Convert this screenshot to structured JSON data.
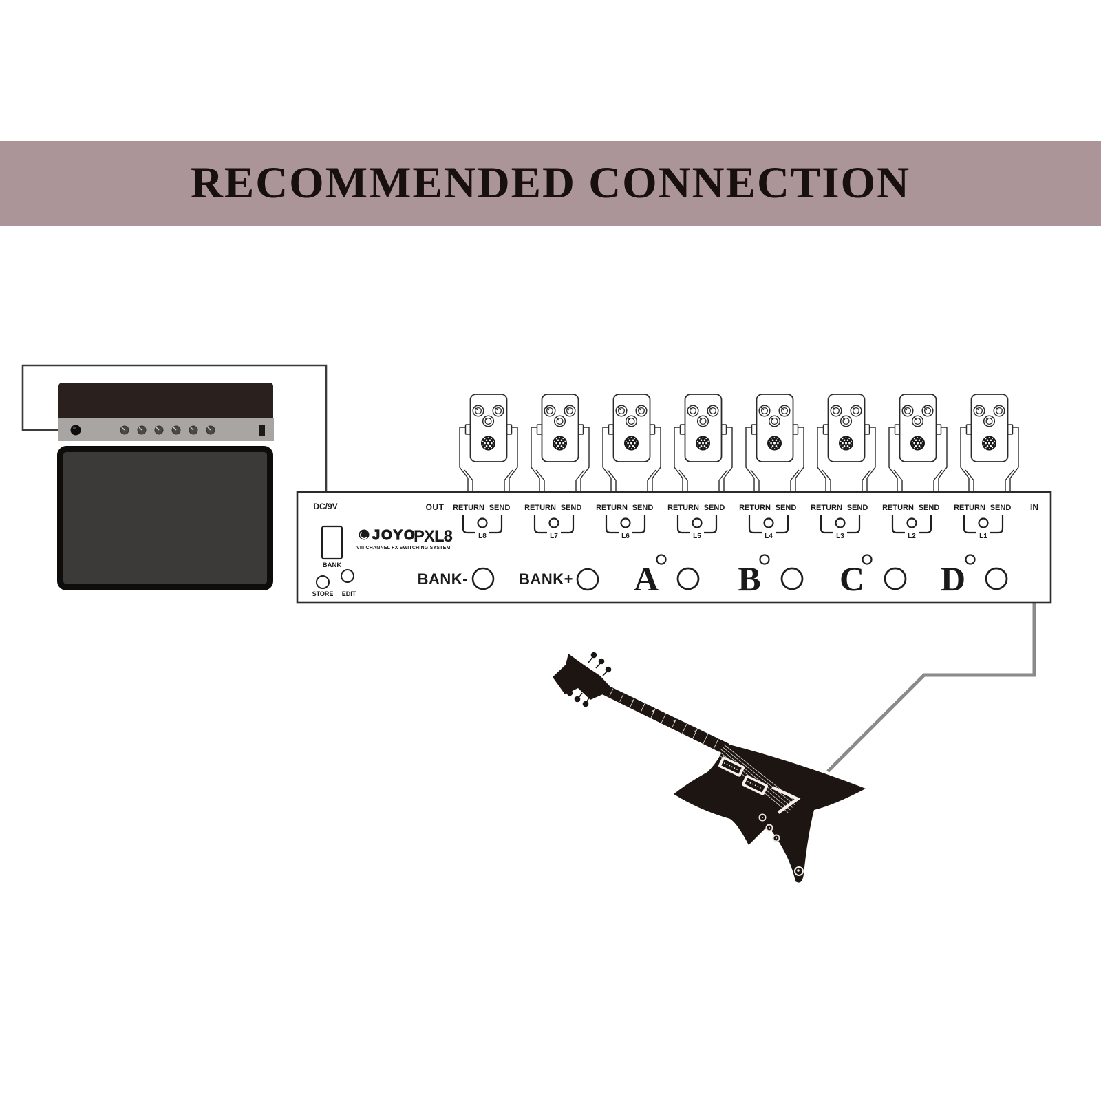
{
  "banner": {
    "title": "RECOMMENDED CONNECTION",
    "bg_color": "#ac9599",
    "text_color": "#17100f"
  },
  "device": {
    "power_label": "DC/9V",
    "out_label": "OUT",
    "in_label": "IN",
    "brand": "JOYO",
    "model": "PXL8",
    "tagline": "VIII CHANNEL FX SWITCHING SYSTEM",
    "bank_display_label": "BANK",
    "store_label": "STORE",
    "edit_label": "EDIT",
    "bank_down_label": "BANK-",
    "bank_up_label": "BANK+",
    "channels": [
      {
        "label": "A"
      },
      {
        "label": "B"
      },
      {
        "label": "C"
      },
      {
        "label": "D"
      }
    ],
    "loops": [
      {
        "label": "L8",
        "return_label": "RETURN",
        "send_label": "SEND"
      },
      {
        "label": "L7",
        "return_label": "RETURN",
        "send_label": "SEND"
      },
      {
        "label": "L6",
        "return_label": "RETURN",
        "send_label": "SEND"
      },
      {
        "label": "L5",
        "return_label": "RETURN",
        "send_label": "SEND"
      },
      {
        "label": "L4",
        "return_label": "RETURN",
        "send_label": "SEND"
      },
      {
        "label": "L3",
        "return_label": "RETURN",
        "send_label": "SEND"
      },
      {
        "label": "L2",
        "return_label": "RETURN",
        "send_label": "SEND"
      },
      {
        "label": "L1",
        "return_label": "RETURN",
        "send_label": "SEND"
      }
    ]
  },
  "colors": {
    "outline": "#2b2b2b",
    "guitar_cable": "#8a8a8a",
    "amp_cable": "#3b3b3b",
    "amp_head_top": "#2a211f",
    "amp_panel": "#a8a5a2",
    "amp_cabinet": "#3b3a39",
    "guitar_body": "#1d1512"
  }
}
